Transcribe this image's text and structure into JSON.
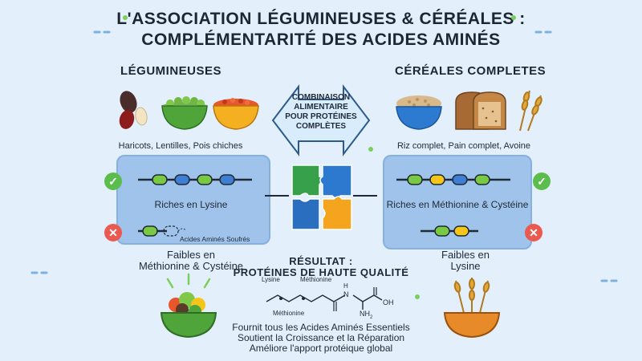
{
  "title": {
    "line1": "L'ASSOCIATION LÉGUMINEUSES & CÉRÉALES :",
    "line2": "COMPLÉMENTARITÉ DES ACIDES AMINÉS"
  },
  "left": {
    "heading": "LÉGUMINEUSES",
    "foods": "Haricots, Lentilles, Pois chiches",
    "rich": "Riches en Lysine",
    "missing_tag": "Acides Aminés Soufrés",
    "poor": [
      "Faibles en",
      "Méthionine & Cystéine"
    ]
  },
  "center": {
    "arrow_text": [
      "COMBINAISON",
      "ALIMENTAIRE",
      "POUR PROTÉINES",
      "COMPLÈTES"
    ],
    "result_line1": "RÉSULTAT :",
    "result_line2": "PROTÉINES DE HAUTE QUALITÉ",
    "molecule_labels": {
      "lysine": "Lysine",
      "methionine_top": "Méthionine",
      "methionine_bottom": "Méthionine",
      "oh": "OH",
      "nh2": "NH",
      "nh2_sub": "2",
      "n": "N",
      "h": "H"
    },
    "benefits": [
      "Fournit tous les Acides Aminés Essentiels",
      "Soutient la Croissance et la Réparation",
      "Améliore l'apport protéique global"
    ]
  },
  "right": {
    "heading": "CÉRÉALES COMPLETES",
    "foods": "Riz complet, Pain complet, Avoine",
    "rich": "Riches en Méthionine & Cystéine",
    "poor": [
      "Faibles en",
      "Lysine"
    ]
  },
  "colors": {
    "background": "#e3effb",
    "panel": "#9fc3ea",
    "green": "#5bbd4c",
    "red": "#ea5a50",
    "bead_green": "#7ac943",
    "bead_blue": "#3f7fd3",
    "bead_yellow": "#f5c518"
  },
  "icons": [
    "beans-icon",
    "peas-bowl-icon",
    "lentils-bowl-icon",
    "rice-bowl-icon",
    "bread-icon",
    "wheat-icon",
    "check-icon",
    "cross-icon",
    "puzzle-icon",
    "salad-bowl-icon",
    "grain-bowl-icon"
  ]
}
